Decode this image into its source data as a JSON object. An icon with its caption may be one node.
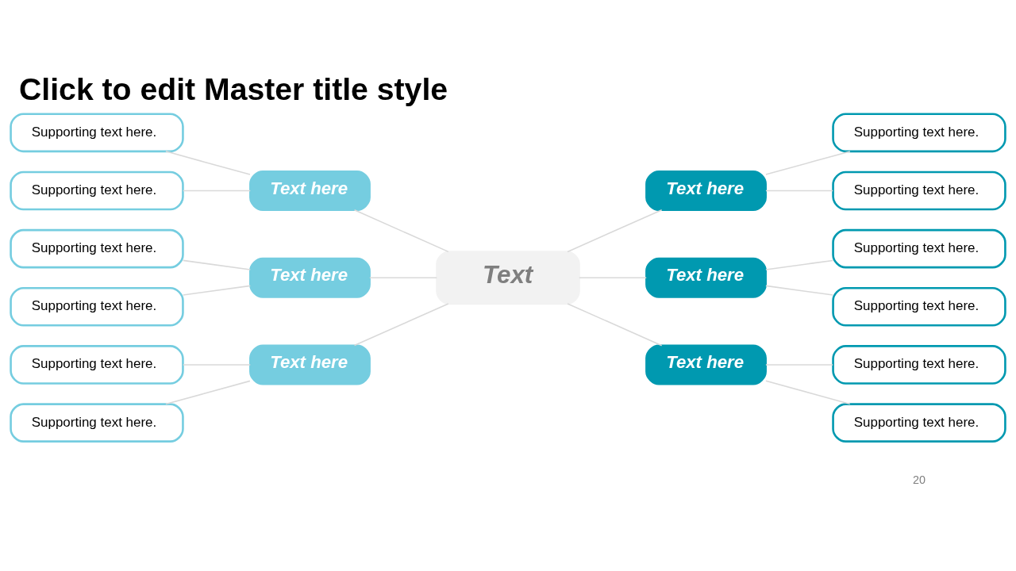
{
  "diagram": {
    "title": "Click to edit Master title style",
    "nodes": [
      {
        "text": [
          "Supporting text here."
        ]
      },
      {
        "text": [
          "Supporting text here."
        ]
      },
      {
        "text": [
          "Text here"
        ]
      },
      {
        "text": [
          "Text here"
        ]
      },
      {
        "text": [
          "Supporting text here."
        ]
      },
      {
        "text": [
          "Supporting text here."
        ]
      },
      {
        "text": [
          "Supporting text here."
        ]
      },
      {
        "text": [
          "Supporting text here."
        ]
      },
      {
        "text": [
          "Text here"
        ]
      },
      {
        "text": [
          "Text"
        ]
      },
      {
        "text": [
          "Text here"
        ]
      },
      {
        "text": [
          "Supporting text here."
        ]
      },
      {
        "text": [
          "Supporting text here."
        ]
      },
      {
        "text": [
          "Supporting text here."
        ]
      },
      {
        "text": [
          "Supporting text here."
        ]
      },
      {
        "text": [
          "Text here"
        ]
      },
      {
        "text": [
          "Text here"
        ]
      },
      {
        "text": [
          "Supporting text here."
        ]
      },
      {
        "text": [
          "Supporting text here."
        ]
      }
    ],
    "edges": [
      {
        "from": 0,
        "to": 2,
        "arrow": "none"
      },
      {
        "from": 1,
        "to": 2,
        "arrow": "none"
      },
      {
        "from": 2,
        "to": 9,
        "arrow": "none"
      },
      {
        "from": 9,
        "to": 3,
        "arrow": "none"
      },
      {
        "from": 3,
        "to": 4,
        "arrow": "none"
      },
      {
        "from": 3,
        "to": 5,
        "arrow": "none"
      },
      {
        "from": 6,
        "to": 8,
        "arrow": "none"
      },
      {
        "from": 7,
        "to": 8,
        "arrow": "none"
      },
      {
        "from": 8,
        "to": 9,
        "arrow": "none"
      },
      {
        "from": 9,
        "to": 10,
        "arrow": "none"
      },
      {
        "from": 10,
        "to": 11,
        "arrow": "none"
      },
      {
        "from": 10,
        "to": 12,
        "arrow": "none"
      },
      {
        "from": 13,
        "to": 15,
        "arrow": "none"
      },
      {
        "from": 14,
        "to": 15,
        "arrow": "none"
      },
      {
        "from": 15,
        "to": 9,
        "arrow": "none"
      },
      {
        "from": 9,
        "to": 16,
        "arrow": "none"
      },
      {
        "from": 16,
        "to": 17,
        "arrow": "none"
      },
      {
        "from": 16,
        "to": 18,
        "arrow": "none"
      }
    ],
    "labels": [
      "20"
    ]
  }
}
